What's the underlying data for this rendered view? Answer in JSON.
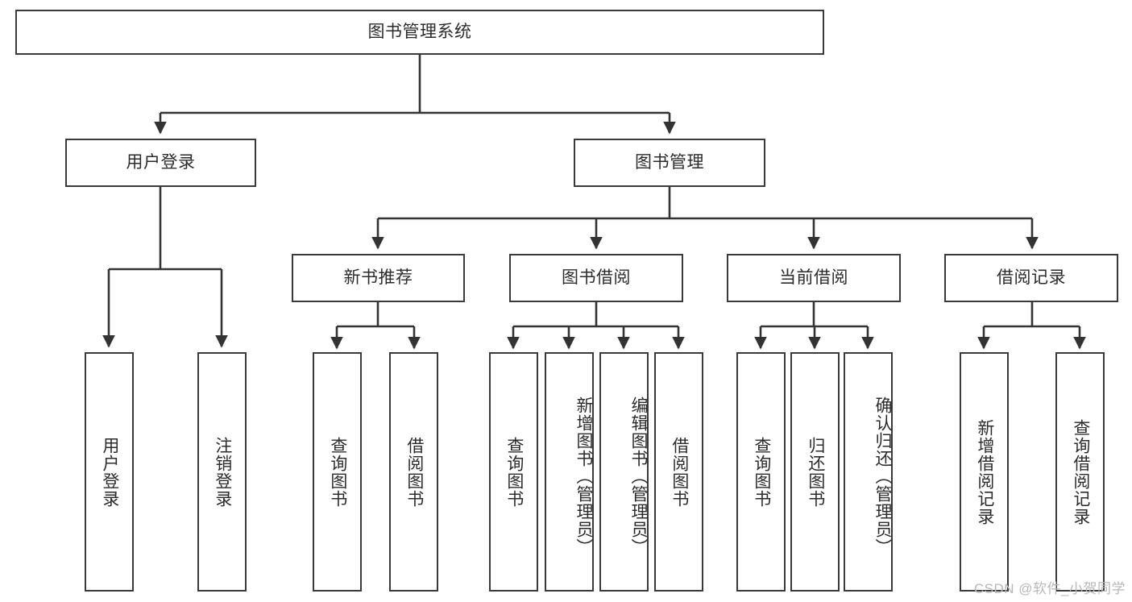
{
  "diagram": {
    "title": "图书管理系统",
    "type": "tree-hierarchy-diagram",
    "colors": {
      "box_border": "#3a3a3a",
      "box_fill": "#ffffff",
      "connector": "#333333",
      "text": "#2b2b2b",
      "watermark": "#b8b8b8",
      "background": "#ffffff"
    },
    "root": {
      "label": "图书管理系统"
    },
    "level2": [
      {
        "label": "用户登录"
      },
      {
        "label": "图书管理"
      }
    ],
    "level3": [
      {
        "label": "新书推荐"
      },
      {
        "label": "图书借阅"
      },
      {
        "label": "当前借阅"
      },
      {
        "label": "借阅记录"
      }
    ],
    "leaves": {
      "user_login": [
        {
          "label": "用户登录"
        },
        {
          "label": "注销登录"
        }
      ],
      "new_book_recommend": [
        {
          "label": "查询图书"
        },
        {
          "label": "借阅图书"
        }
      ],
      "book_borrow": [
        {
          "label": "查询图书"
        },
        {
          "label": "新增图书（管理员）"
        },
        {
          "label": "编辑图书（管理员）"
        },
        {
          "label": "借阅图书"
        }
      ],
      "current_borrow": [
        {
          "label": "查询图书"
        },
        {
          "label": "归还图书"
        },
        {
          "label": "确认归还（管理员）"
        }
      ],
      "borrow_record": [
        {
          "label": "新增借阅记录"
        },
        {
          "label": "查询借阅记录"
        }
      ]
    },
    "watermark": "CSDN @软件_小贺同学"
  }
}
